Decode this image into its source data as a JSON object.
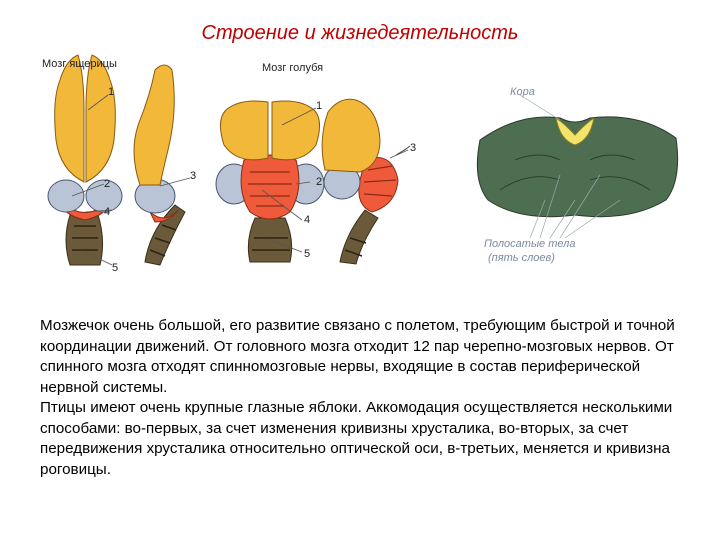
{
  "title": "Строение и жизнедеятельность",
  "figure": {
    "lizard_label": "Мозг ящерицы",
    "pigeon_label": "Мозг голубя",
    "cortex_label": "Кора",
    "striatum_label_line1": "Полосатые тела",
    "striatum_label_line2": "(пять слоев)",
    "numbers": {
      "lizard_1": "1",
      "lizard_2": "2",
      "lizard_4": "4",
      "lizard_5": "5",
      "lizard_3": "3",
      "pigeon_1": "1",
      "pigeon_2": "2",
      "pigeon_3": "3",
      "pigeon_4": "4",
      "pigeon_5": "5"
    },
    "colors": {
      "hemisphere": "#f2b83a",
      "optic_lobe": "#b9c4d6",
      "cerebellum": "#ef5a3a",
      "stem": "#6a5a3a",
      "section": "#4e6e52",
      "cortex": "#f4e36a"
    }
  },
  "paragraph1": "Мозжечок очень большой, его развитие связано с полетом, требующим быстрой и точной координации движений. От головного мозга отходит 12 пар черепно-мозговых нервов. От спинного мозга отходят спинномозговые нервы, входящие в состав периферической нервной системы.",
  "paragraph2": "Птицы имеют очень крупные глазные яблоки. Аккомодация осуществляется несколькими способами: во-первых, за счет изменения кривизны хрусталика, во-вторых, за счет передвижения хрусталика относительно оптической оси, в-третьих, меняется и кривизна роговицы."
}
